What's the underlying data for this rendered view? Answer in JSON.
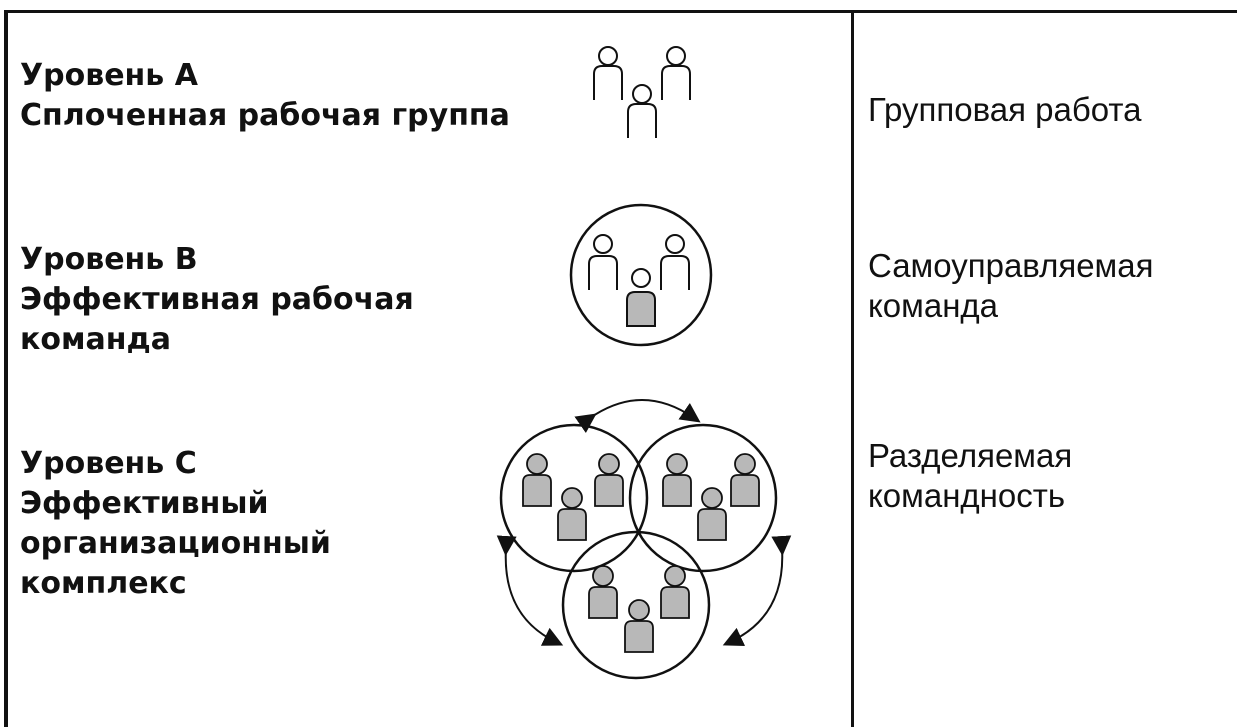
{
  "levels": [
    {
      "title": "Уровень А",
      "lines": [
        "Сплоченная рабочая группа"
      ],
      "team_type": [
        "Групповая работа"
      ],
      "icon": "three-people-outline-icon"
    },
    {
      "title": "Уровень В",
      "lines": [
        "Эффективная рабочая",
        "команда"
      ],
      "team_type": [
        "Самоуправляемая",
        "команда"
      ],
      "icon": "circled-team-icon"
    },
    {
      "title": "Уровень С",
      "lines": [
        "Эффективный",
        "организационный",
        "комплекс"
      ],
      "team_type": [
        "Разделяемая",
        "командность"
      ],
      "icon": "interlinked-teams-icon"
    }
  ],
  "colors": {
    "line": "#111111",
    "fill_shaded": "#b8b8b8"
  }
}
